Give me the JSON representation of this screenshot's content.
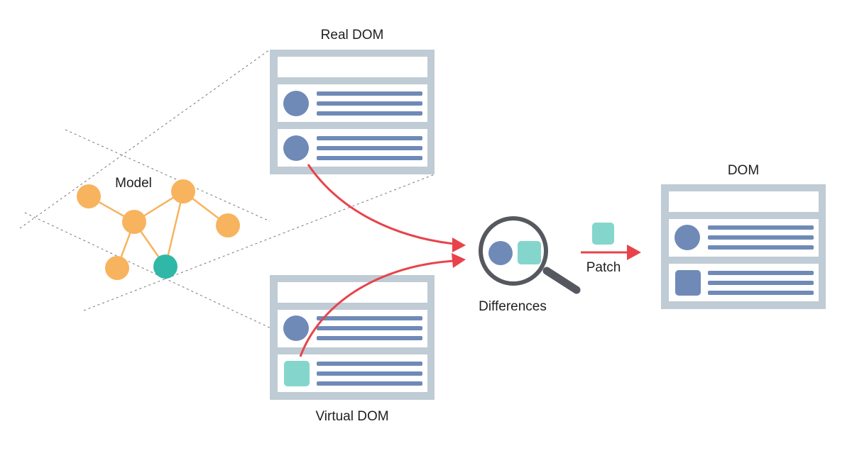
{
  "labels": {
    "real_dom": "Real DOM",
    "virtual_dom": "Virtual DOM",
    "model": "Model",
    "differences": "Differences",
    "patch": "Patch",
    "dom": "DOM"
  },
  "icons": {
    "magnifier": "magnifier-icon",
    "patch_square": "patch-square-icon"
  },
  "colors": {
    "frame": "#bfcbd5",
    "avatar": "#6f8ab7",
    "text_line": "#6f8ab7",
    "changed_node": "#84d6cc",
    "model_node": "#f8b35e",
    "model_changed_node": "#2fb7a8",
    "arrow": "#e8434b",
    "magnifier_ring": "#55595f",
    "guide_line": "#777777"
  }
}
